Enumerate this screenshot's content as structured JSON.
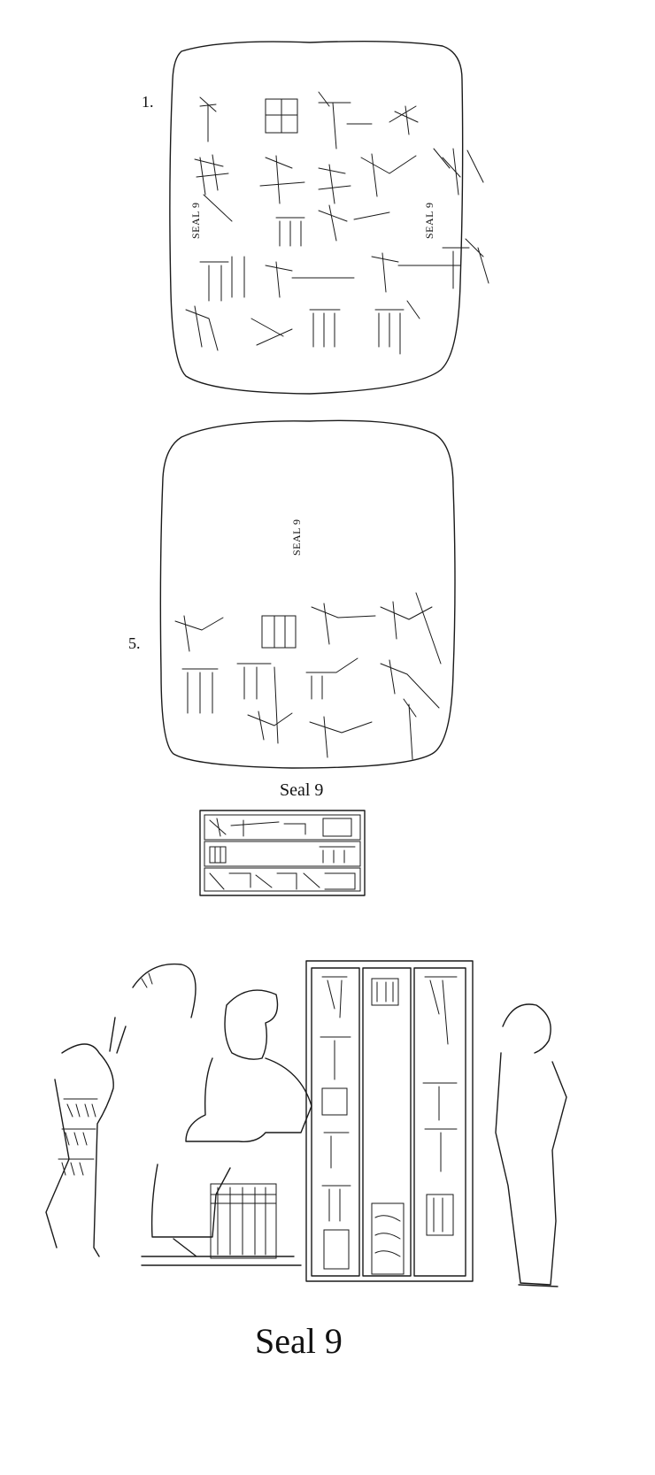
{
  "obverse": {
    "line_number": "1.",
    "seal_label_left": "SEAL 9",
    "seal_label_right": "SEAL 9"
  },
  "reverse": {
    "line_number": "5.",
    "seal_label": "SEAL 9"
  },
  "seal_impression_caption": "Seal 9",
  "seal_drawing_caption": "Seal 9"
}
